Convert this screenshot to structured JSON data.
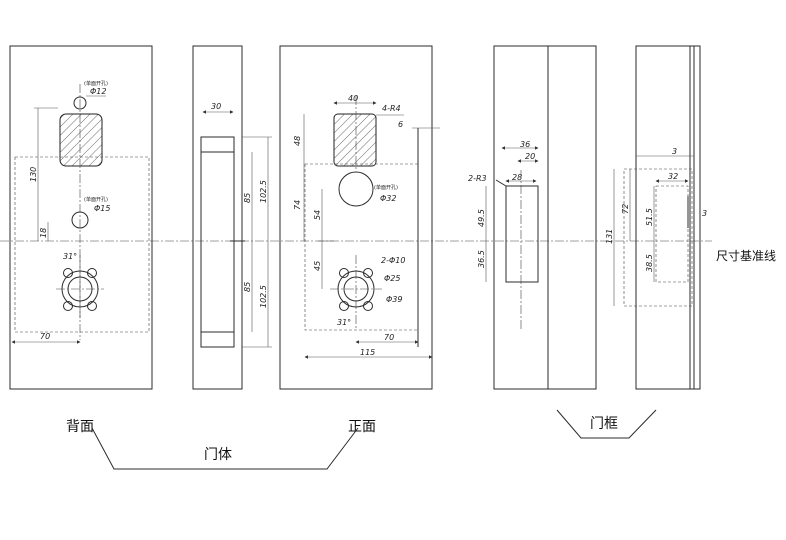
{
  "labels": {
    "back": "背面",
    "front": "正面",
    "door_body": "门体",
    "door_frame": "门框",
    "datum_line": "尺寸基准线"
  },
  "back_view": {
    "hole_top_note": "(单面开孔)",
    "hole_top_dia": "Φ12",
    "hole_mid_note": "(单面开孔)",
    "hole_mid_dia": "Φ15",
    "dim_130": "130",
    "dim_18": "18",
    "dim_31deg": "31°",
    "dim_70": "70"
  },
  "side_view": {
    "dim_30": "30",
    "dim_85_top": "85",
    "dim_102_top": "102.5",
    "dim_85_bottom": "85",
    "dim_102_bottom": "102.5"
  },
  "front_view": {
    "dim_40": "40",
    "radius": "4-R4",
    "dim_6": "6",
    "dim_48": "48",
    "dim_74": "74",
    "dim_54": "54",
    "hole_note": "(单面开孔)",
    "hole_dia": "Φ32",
    "dim_45": "45",
    "holes_10": "2-Φ10",
    "dia_25": "Φ25",
    "dia_39": "Φ39",
    "dim_31deg": "31°",
    "dim_70": "70",
    "dim_115": "115"
  },
  "frame_left": {
    "dim_36": "36",
    "dim_20": "20",
    "radius": "2-R3",
    "dim_28": "28",
    "dim_49_5": "49.5",
    "dim_36_5": "36.5"
  },
  "frame_right": {
    "dim_3_top": "3",
    "dim_32": "32",
    "dim_131": "131",
    "dim_72": "72",
    "dim_51_5": "51.5",
    "dim_3_side": "3",
    "dim_38_5": "38.5"
  }
}
